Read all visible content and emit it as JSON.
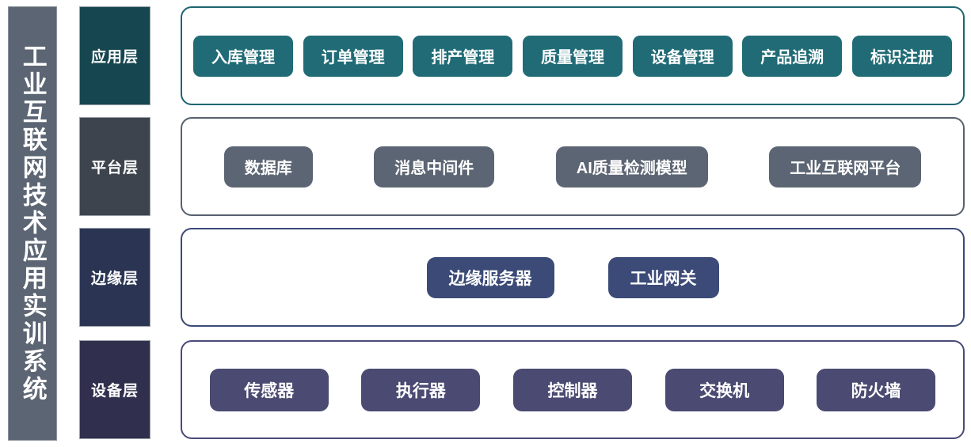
{
  "title_bar": {
    "text": "工业互联网技术应用实训系统",
    "background_color": "#5c6573",
    "text_color": "#ffffff"
  },
  "layers": [
    {
      "id": "application",
      "label": "应用层",
      "label_color": "#16464f",
      "border_color": "#1d6670",
      "chip_color": "#206b76",
      "items": [
        {
          "label": "入库管理"
        },
        {
          "label": "订单管理"
        },
        {
          "label": "排产管理"
        },
        {
          "label": "质量管理"
        },
        {
          "label": "设备管理"
        },
        {
          "label": "产品追溯"
        },
        {
          "label": "标识注册"
        }
      ]
    },
    {
      "id": "platform",
      "label": "平台层",
      "label_color": "#3e444d",
      "border_color": "#58606e",
      "chip_color": "#5c6573",
      "items": [
        {
          "label": "数据库"
        },
        {
          "label": "消息中间件"
        },
        {
          "label": "AI质量检测模型"
        },
        {
          "label": "工业互联网平台"
        }
      ]
    },
    {
      "id": "edge",
      "label": "边缘层",
      "label_color": "#2b3553",
      "border_color": "#3b4a77",
      "chip_color": "#3b4a77",
      "items": [
        {
          "label": "边缘服务器"
        },
        {
          "label": "工业网关"
        }
      ]
    },
    {
      "id": "device",
      "label": "设备层",
      "label_color": "#302f4d",
      "border_color": "#4a4a7a",
      "chip_color": "#4a4a72",
      "items": [
        {
          "label": "传感器"
        },
        {
          "label": "执行器"
        },
        {
          "label": "控制器"
        },
        {
          "label": "交换机"
        },
        {
          "label": "防火墙"
        }
      ]
    }
  ]
}
